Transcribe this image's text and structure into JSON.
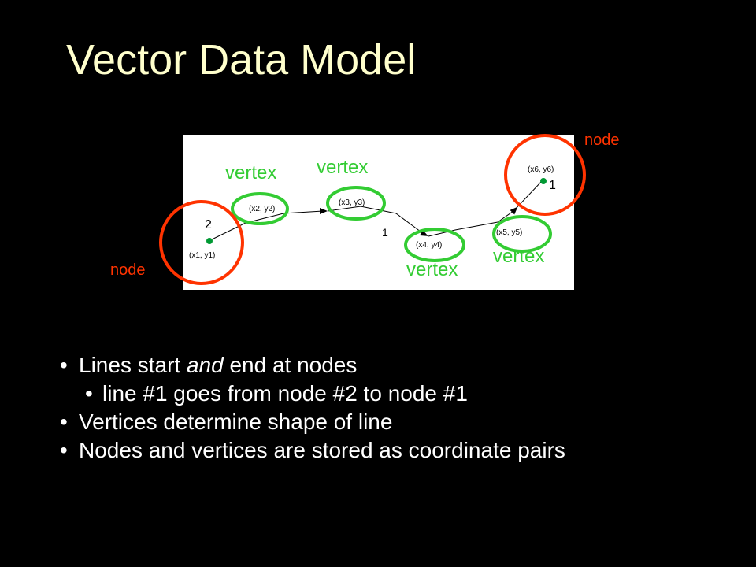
{
  "title": "Vector Data Model",
  "diagram": {
    "nodes": [
      {
        "label": "node",
        "number": "2",
        "coord": "(x1, y1)"
      },
      {
        "label": "node",
        "number": "1",
        "coord": "(x6, y6)"
      }
    ],
    "vertices": [
      {
        "label": "vertex",
        "coord": "(x2, y2)"
      },
      {
        "label": "vertex",
        "coord": "(x3, y3)"
      },
      {
        "label": "vertex",
        "coord": "(x4, y4)"
      },
      {
        "label": "vertex",
        "coord": "(x5, y5)"
      }
    ],
    "line_label": "1",
    "colors": {
      "vertex": "#33CC33",
      "node": "#FF3300",
      "title": "#FFFFCC",
      "point": "#009933"
    }
  },
  "bullets": {
    "b1_pre": "Lines start ",
    "b1_em": "and",
    "b1_post": " end at nodes",
    "b1_sub": "line #1 goes from node #2 to node #1",
    "b2": "Vertices determine shape of line",
    "b3": "Nodes and vertices are stored as coordinate pairs"
  }
}
